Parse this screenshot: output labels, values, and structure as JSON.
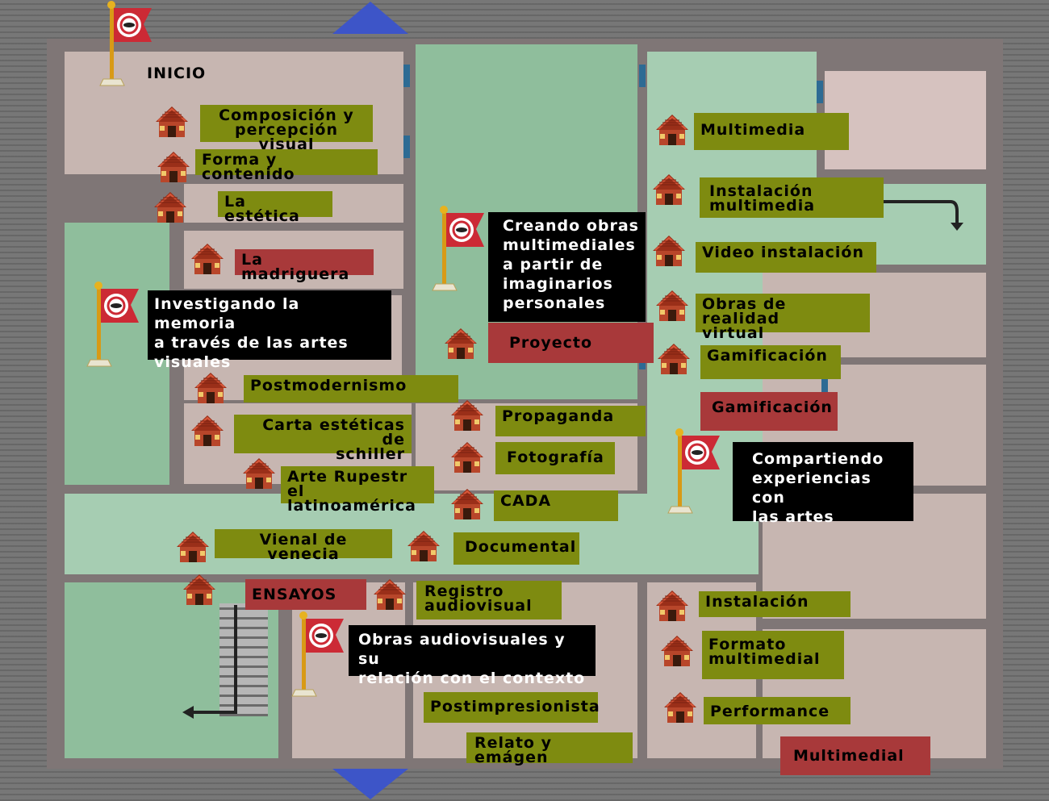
{
  "map": {
    "start_label": "INICIO",
    "nav": {
      "up_arrow": "arrow-up-icon",
      "down_arrow": "arrow-down-icon"
    },
    "labels": [
      {
        "id": "composicion",
        "text": "Composición y\npercepción visual",
        "style": "olive"
      },
      {
        "id": "forma",
        "text": "Forma y contenido",
        "style": "olive"
      },
      {
        "id": "estetica",
        "text": "La estética",
        "style": "olive"
      },
      {
        "id": "madriguera",
        "text": "La madriguera",
        "style": "red"
      },
      {
        "id": "postmodernismo",
        "text": "Postmodernismo",
        "style": "olive"
      },
      {
        "id": "carta",
        "text": "Carta estéticas de\nschiller",
        "style": "olive"
      },
      {
        "id": "rupestre",
        "text": "Arte Rupestr el\nlatinoamérica",
        "style": "olive"
      },
      {
        "id": "vienal",
        "text": "Vienal de venecia",
        "style": "olive"
      },
      {
        "id": "ensayos",
        "text": "ENSAYOS",
        "style": "red"
      },
      {
        "id": "registro",
        "text": "Registro\naudiovisual",
        "style": "olive"
      },
      {
        "id": "proyecto",
        "text": "Proyecto",
        "style": "red"
      },
      {
        "id": "propaganda",
        "text": "Propaganda",
        "style": "olive"
      },
      {
        "id": "fotografia",
        "text": "Fotografía",
        "style": "olive"
      },
      {
        "id": "cada",
        "text": "CADA",
        "style": "olive"
      },
      {
        "id": "documental",
        "text": "Documental",
        "style": "olive"
      },
      {
        "id": "postimpresionista",
        "text": "Postimpresionista",
        "style": "olive"
      },
      {
        "id": "relato",
        "text": "Relato y emágen",
        "style": "olive"
      },
      {
        "id": "multimedia",
        "text": "Multimedia",
        "style": "olive"
      },
      {
        "id": "instalacion-multimedia",
        "text": "Instalación\nmultimedia",
        "style": "olive"
      },
      {
        "id": "video",
        "text": "Video instalación",
        "style": "olive"
      },
      {
        "id": "realidad",
        "text": "Obras de realidad\nvirtual",
        "style": "olive"
      },
      {
        "id": "gamificacion1",
        "text": "Gamificación",
        "style": "olive"
      },
      {
        "id": "gamificacion2",
        "text": "Gamificación",
        "style": "red"
      },
      {
        "id": "instalacion",
        "text": "Instalación",
        "style": "olive"
      },
      {
        "id": "formato",
        "text": "Formato\nmultimedial",
        "style": "olive"
      },
      {
        "id": "performance",
        "text": "Performance",
        "style": "olive"
      },
      {
        "id": "multimedial",
        "text": "Multimedial",
        "style": "red"
      }
    ],
    "missions": [
      {
        "id": "memoria",
        "text": "Investigando la memoria\na través de las artes\nvisuales"
      },
      {
        "id": "creando",
        "text": "Creando obras\nmultimediales\na partir de\nimaginarios\npersonales"
      },
      {
        "id": "compartiendo",
        "text": "Compartiendo\nexperiencias con\nlas artes"
      },
      {
        "id": "audiovisuales",
        "text": "Obras audiovisuales y su\nrelación con el contexto"
      }
    ],
    "colors": {
      "olive": "#7e8b10",
      "red": "#a8393a",
      "black": "#000000",
      "flag": "#cc2a35",
      "house_roof": "#b23a1c"
    }
  }
}
